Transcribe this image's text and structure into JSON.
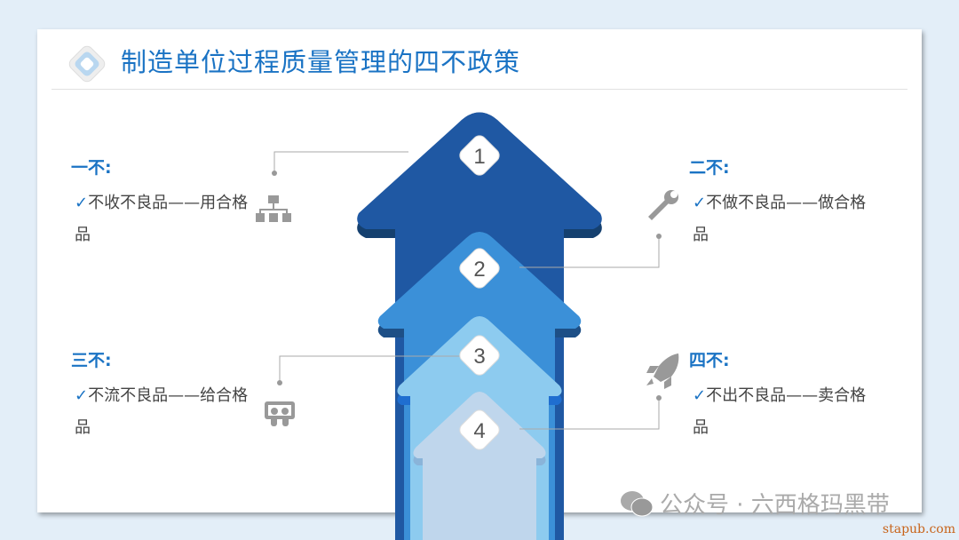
{
  "title": "制造单位过程质量管理的四不政策",
  "steps": [
    {
      "number": "1",
      "heading": "一不:",
      "text": "不收不良品——用合格品",
      "icon": "org-chart-icon"
    },
    {
      "number": "2",
      "heading": "二不:",
      "text": "不做不良品——做合格品",
      "icon": "wrench-icon"
    },
    {
      "number": "3",
      "heading": "三不:",
      "text": "不流不良品——给合格品",
      "icon": "slideshare-icon"
    },
    {
      "number": "4",
      "heading": "四不:",
      "text": "不出不良品——卖合格品",
      "icon": "rocket-icon"
    }
  ],
  "check_mark": "✓",
  "colors": {
    "arrow1": "#1f58a3",
    "arrow2": "#3b90d8",
    "arrow3": "#8dcbef",
    "arrow4": "#bfd6ec",
    "accent": "#1a73c4"
  },
  "watermark": "公众号 · 六西格玛黑带",
  "site": "stapub.com"
}
